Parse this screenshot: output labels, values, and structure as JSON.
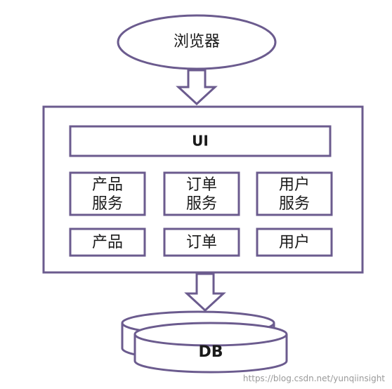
{
  "browser": {
    "label": "浏览器"
  },
  "app": {
    "ui_label": "UI",
    "services": [
      {
        "line1": "产品",
        "line2": "服务"
      },
      {
        "line1": "订单",
        "line2": "服务"
      },
      {
        "line1": "用户",
        "line2": "服务"
      }
    ],
    "modules": [
      "产品",
      "订单",
      "用户"
    ]
  },
  "database": {
    "label": "DB"
  },
  "watermark": "https://blog.csdn.net/yunqiinsight",
  "colors": {
    "stroke": "#6b5b8e",
    "fill": "#ffffff",
    "text": "#1a1a1a"
  }
}
